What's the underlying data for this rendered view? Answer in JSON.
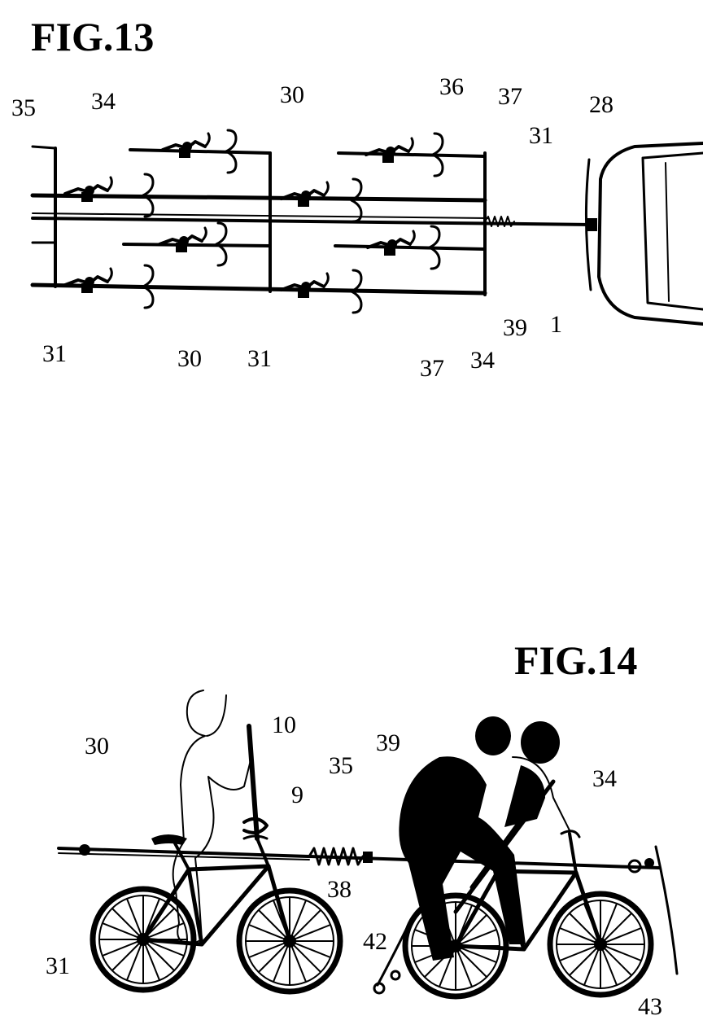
{
  "fig13": {
    "title": "FIG.13",
    "labels": [
      "35",
      "34",
      "30",
      "36",
      "37",
      "31",
      "28",
      "31",
      "30",
      "31",
      "37",
      "34",
      "39",
      "1"
    ]
  },
  "fig14": {
    "title": "FIG.14",
    "labels": [
      "30",
      "10",
      "39",
      "35",
      "9",
      "34",
      "38",
      "31",
      "42",
      "43"
    ]
  }
}
